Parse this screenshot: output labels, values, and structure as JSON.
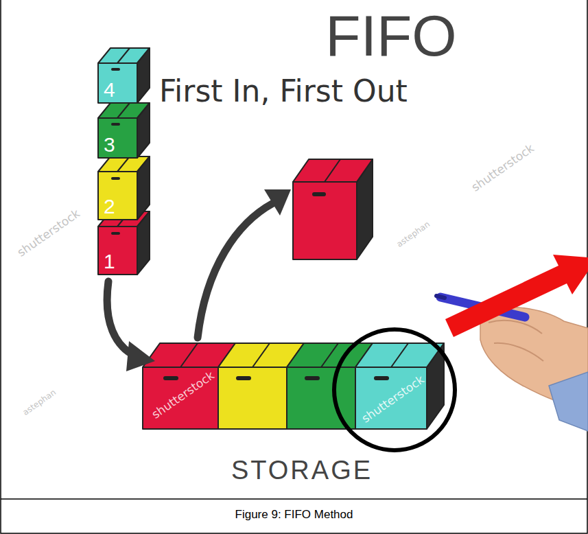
{
  "diagram": {
    "title": "FIFO",
    "caption": "Figure 9: FIFO Method",
    "nodes": [
      {
        "text": [
          "4"
        ]
      },
      {
        "text": [
          "3"
        ]
      },
      {
        "text": [
          "2"
        ]
      },
      {
        "text": [
          "1"
        ]
      }
    ],
    "labels": [
      "First In, First Out",
      "STORAGE",
      "shutterstock",
      "shutterstock",
      "shutterstock",
      "shutterstock",
      "astephan",
      "astephan"
    ]
  }
}
